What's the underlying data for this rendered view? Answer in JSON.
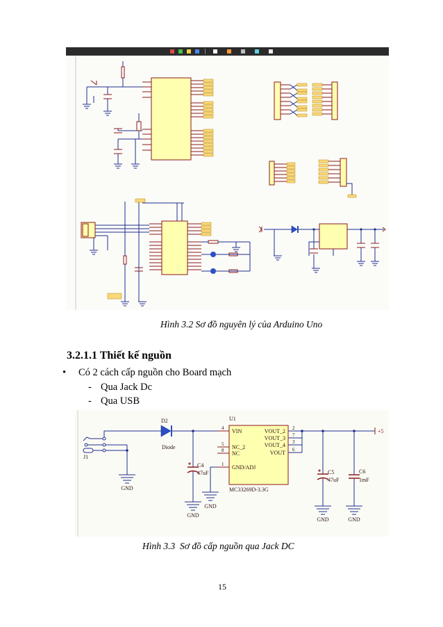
{
  "page": {
    "number": "15"
  },
  "figure_1": {
    "caption": "Hình 3.2 Sơ đồ nguyên lý của Arduino Uno"
  },
  "section": {
    "heading": "3.2.1.1 Thiết kế nguồn",
    "bullet_marker": "•",
    "bullet_text": "Có 2 cách cấp nguồn cho Board mạch",
    "list_marker": "-",
    "items": [
      "Qua Jack Dc",
      "Qua USB"
    ]
  },
  "figure_2": {
    "caption": "Hình 3.3  Sơ đồ cấp nguồn qua Jack DC",
    "connector": {
      "designator": "J1"
    },
    "diode": {
      "designator": "D2",
      "value": "Diode"
    },
    "regulator": {
      "designator": "U1",
      "part": "MC33269D-3.3G",
      "pins_left": [
        {
          "num": "4",
          "name": "VIN"
        },
        {
          "num": "5",
          "name": "NC_2"
        },
        {
          "num": "8",
          "name": "NC"
        },
        {
          "num": "1",
          "name": "GND/ADJ"
        }
      ],
      "pins_right": [
        {
          "num": "2",
          "name": "VOUT_2"
        },
        {
          "num": "7",
          "name": "VOUT_3"
        },
        {
          "num": "3",
          "name": "VOUT_4"
        },
        {
          "num": "6",
          "name": "VOUT"
        }
      ]
    },
    "capacitors": [
      {
        "designator": "C4",
        "value": "47uF"
      },
      {
        "designator": "C5",
        "value": "47uF"
      },
      {
        "designator": "C6",
        "value": "1mF"
      }
    ],
    "ground_label": "GND",
    "power_port": "+5"
  },
  "colors": {
    "wire": "#1f2f8f",
    "component_outline": "#8b1a1a",
    "ic_fill": "#ffffb0",
    "net_label_fill": "#f9d87a",
    "diode_fill": "#2c4fc4"
  }
}
